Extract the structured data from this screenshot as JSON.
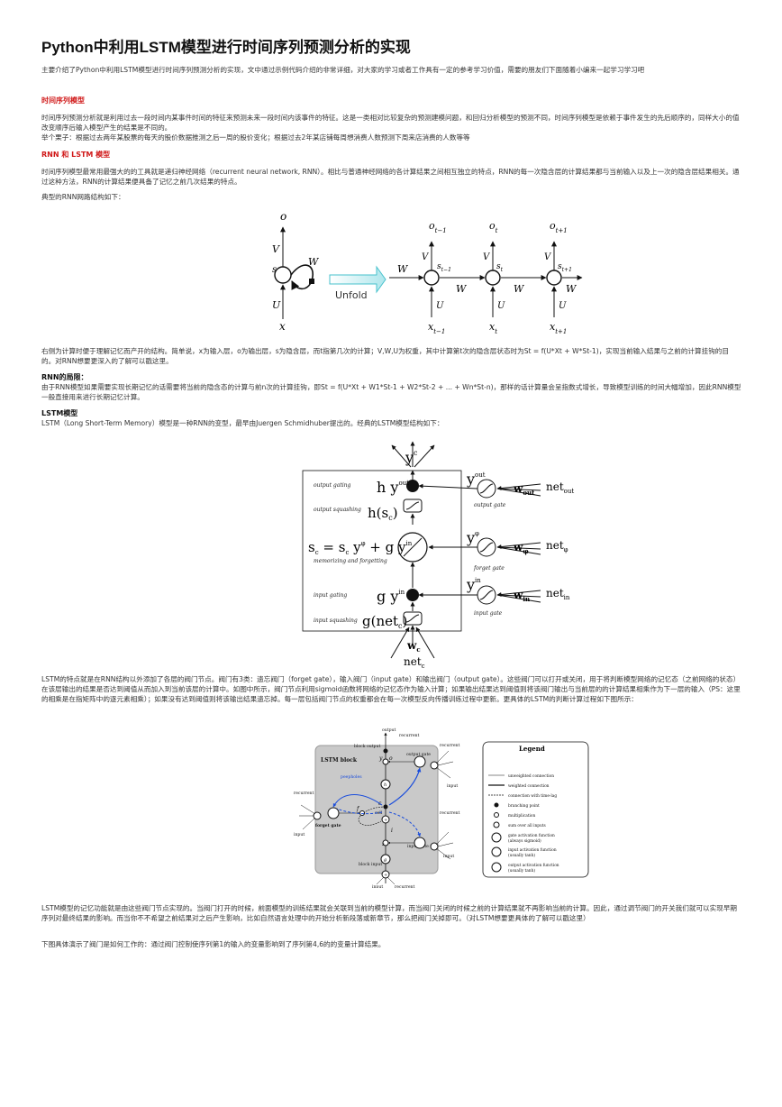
{
  "title": "Python中利用LSTM模型进行时间序列预测分析的实现",
  "intro": "主要介绍了Python中利用LSTM模型进行时间序列预测分析的实现，文中通过示例代码介绍的非常详细，对大家的学习或者工作具有一定的参考学习价值，需要的朋友们下面随着小编来一起学习学习吧",
  "sec1": {
    "heading": "时间序列模型",
    "p1": "时间序列预测分析就是利用过去一段时间内某事件时间的特征来预测未来一段时间内该事件的特征。这是一类相对比较复杂的预测建模问题，和回归分析模型的预测不同，时间序列模型是依赖于事件发生的先后顺序的，同样大小的值改变顺序后输入模型产生的结果是不同的。",
    "p2": "举个栗子：根据过去两年某股票的每天的股价数据推测之后一周的股价变化；根据过去2年某店铺每周想消费人数预测下周来店消费的人数等等"
  },
  "sec2": {
    "heading": "RNN 和 LSTM 模型",
    "p1": "时间序列模型最常用最强大的的工具就是递归神经网络（recurrent neural network, RNN）。相比与普通神经网络的各计算结果之间相互独立的特点，RNN的每一次隐含层的计算结果都与当前输入以及上一次的隐含层结果相关。通过这种方法，RNN的计算结果便具备了记忆之前几次结果的特点。",
    "p2": "典型的RNN网路结构如下：",
    "p3": "右侧为计算时便于理解记忆而产开的结构。简单说，x为输入层，o为输出层，s为隐含层，而t指第几次的计算；V,W,U为权重，其中计算第t次的隐含层状态时为St = f(U*Xt + W*St-1)，实现当前输入结果与之前的计算挂钩的目的。对RNN想要更深入的了解可以戳这里。"
  },
  "rnn_limit": {
    "heading": "RNN的局限：",
    "p": "由于RNN模型如果需要实现长期记忆的话需要将当前的隐含态的计算与前n次的计算挂钩，即St = f(U*Xt + W1*St-1 + W2*St-2 + ... + Wn*St-n)，那样的话计算量会呈指数式增长，导致模型训练的时间大幅增加，因此RNN模型一般直接用来进行长期记忆计算。"
  },
  "lstm": {
    "heading": "LSTM模型",
    "p1": "LSTM（Long Short-Term Memory）模型是一种RNN的变型，最早由Juergen Schmidhuber提出的。经典的LSTM模型结构如下：",
    "p2": "LSTM的特点就是在RNN结构以外添加了各层的阀门节点。阀门有3类：遗忘阀门（forget gate），输入阀门（input gate）和输出阀门（output gate）。这些阀门可以打开或关闭，用于将判断模型网络的记忆态（之前网络的状态）在该层输出的结果是否达到阈值从而加入到当前该层的计算中。如图中所示，阀门节点利用sigmoid函数将网络的记忆态作为输入计算；如果输出结果达到阈值则将该阀门输出与当前层的的计算结果相乘作为下一层的输入（PS：这里的相乘是在指矩阵中的逐元素相乘）；如果没有达到阈值则将该输出结果遗忘掉。每一层包括阀门节点的权重都会在每一次模型反向传播训练过程中更新。更具体的LSTM的判断计算过程如下图所示：",
    "p3": "LSTM模型的记忆功能就是由这些阀门节点实现的。当阀门打开的时候，前面模型的训练结果就会关联到当前的模型计算，而当阀门关闭的时候之前的计算结果就不再影响当前的计算。因此，通过调节阀门的开关我们就可以实现早期序列对最终结果的影响。而当你不不希望之前结果对之后产生影响，比如自然语言处理中的开始分析新段落或新章节，那么把阀门关掉即可。（对LSTM想要更具体的了解可以戳这里）",
    "p4": "下图具体演示了阀门是如何工作的：通过阀门控制使序列第1的输入的变量影响到了序列第4,6的的变量计算结果。"
  },
  "fig_rnn": {
    "o": "o",
    "v": "V",
    "s": "s",
    "w": "W",
    "u": "U",
    "x": "x",
    "unfold": "Unfold",
    "ot1": "o",
    "ot1_sub": "t−1",
    "ot": "o",
    "ot_sub": "t",
    "ot2": "o",
    "ot2_sub": "t+1",
    "st1": "s",
    "st1_sub": "t−1",
    "st": "s",
    "st_sub": "t",
    "st2": "s",
    "st2_sub": "t+1",
    "xt1": "x",
    "xt1_sub": "t−1",
    "xt": "x",
    "xt_sub": "t",
    "xt2": "x",
    "xt2_sub": "t+1"
  },
  "fig_lstm1": {
    "yc": "y",
    "yc_sup": "c",
    "output_gating": "output gating",
    "output_squashing": "output squashing",
    "memorizing": "memorizing and forgetting",
    "input_gating": "input gating",
    "input_squashing": "input squashing",
    "hyout": "h y",
    "hyout_sup": "out",
    "hsc": "h(s",
    "hsc_sub": "c",
    "hsc_end": ")",
    "sc_eq": "s",
    "sc_eq_sub": "c",
    "sc_eq_mid": " = s",
    "sc_eq_sub2": "c",
    "sc_eq_y": " y",
    "sc_eq_phi": "φ",
    "sc_eq_plus": " + g y",
    "sc_eq_in": "in",
    "gyin": "g y",
    "gyin_sup": "in",
    "gnet": "g(net",
    "gnet_sub": "c",
    "gnet_end": ")",
    "yout": "y",
    "yout_sup": "out",
    "output_gate": "output gate",
    "wout": "w",
    "wout_sub": "out",
    "netout": "net",
    "netout_sub": "out",
    "yphi": "y",
    "yphi_sup": "φ",
    "forget_gate": "forget gate",
    "wphi": "w",
    "wphi_sub": "φ",
    "netphi": "net",
    "netphi_sub": "φ",
    "yin": "y",
    "yin_sup": "in",
    "input_gate": "input gate",
    "win": "w",
    "win_sub": "in",
    "netin": "net",
    "netin_sub": "in",
    "wc": "w",
    "wc_sub": "c",
    "netc": "net",
    "netc_sub": "c"
  },
  "fig_lstm2": {
    "lstm_block": "LSTM block",
    "block_output": "block output",
    "output": "output",
    "recurrent": "recurrent",
    "output_gate": "output gate",
    "peepholes": "peepholes",
    "cell": "cell",
    "forget_gate": "forget gate",
    "input_gate": "input gate",
    "block_input": "block input",
    "input": "input",
    "y": "y",
    "o": "o",
    "h": "h",
    "f": "f",
    "c": "c",
    "i": "i",
    "g": "g",
    "z": "z",
    "legend_title": "Legend",
    "legend": [
      "unweighted connection",
      "weighted connection",
      "connection with time-lag",
      "branching point",
      "multiplication",
      "sum over all inputs",
      "gate activation function",
      "(always sigmoid)",
      "input activation function",
      "(usually tanh)",
      "output activation function",
      "(usually tanh)"
    ]
  }
}
